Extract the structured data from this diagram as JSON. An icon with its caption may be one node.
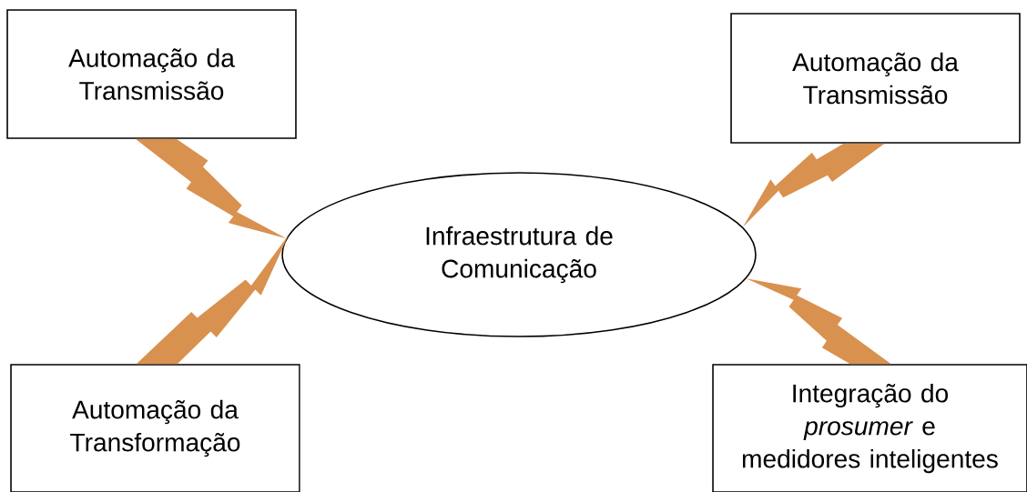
{
  "diagram": {
    "nodes": [
      {
        "text": [
          "Automação da Transmissão"
        ]
      },
      {
        "text": [
          "Automação da Transmissão"
        ]
      },
      {
        "text": [
          "Infraestrutura de Comunicação"
        ]
      },
      {
        "text": [
          "Automação da Transformação"
        ]
      },
      {
        "text": [
          "Integração do *prosumer* e medidores inteligentes"
        ]
      }
    ],
    "edges": [
      {
        "from": 2,
        "to": 0,
        "arrow": "to",
        "color": "#d9914f"
      },
      {
        "from": 1,
        "to": 2,
        "arrow": "both",
        "color": "#d9914f"
      },
      {
        "from": 3,
        "to": 2,
        "arrow": "both",
        "color": "#d9914f"
      },
      {
        "from": 2,
        "to": 4,
        "arrow": "to",
        "color": "#d9914f"
      }
    ]
  }
}
